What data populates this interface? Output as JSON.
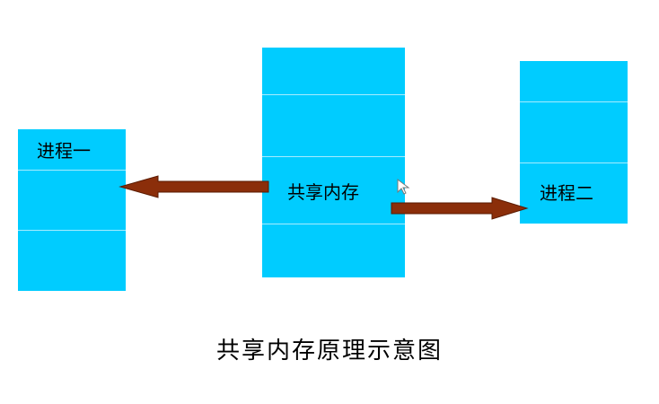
{
  "diagram": {
    "process_one": {
      "label": "进程一"
    },
    "shared_memory": {
      "label": "共享内存"
    },
    "process_two": {
      "label": "进程二"
    },
    "caption": "共享内存原理示意图"
  },
  "colors": {
    "block_fill": "#00ccff",
    "divider": "#a6ecff",
    "arrow_fill": "#8b2e0a",
    "arrow_stroke": "#5a1a00"
  }
}
